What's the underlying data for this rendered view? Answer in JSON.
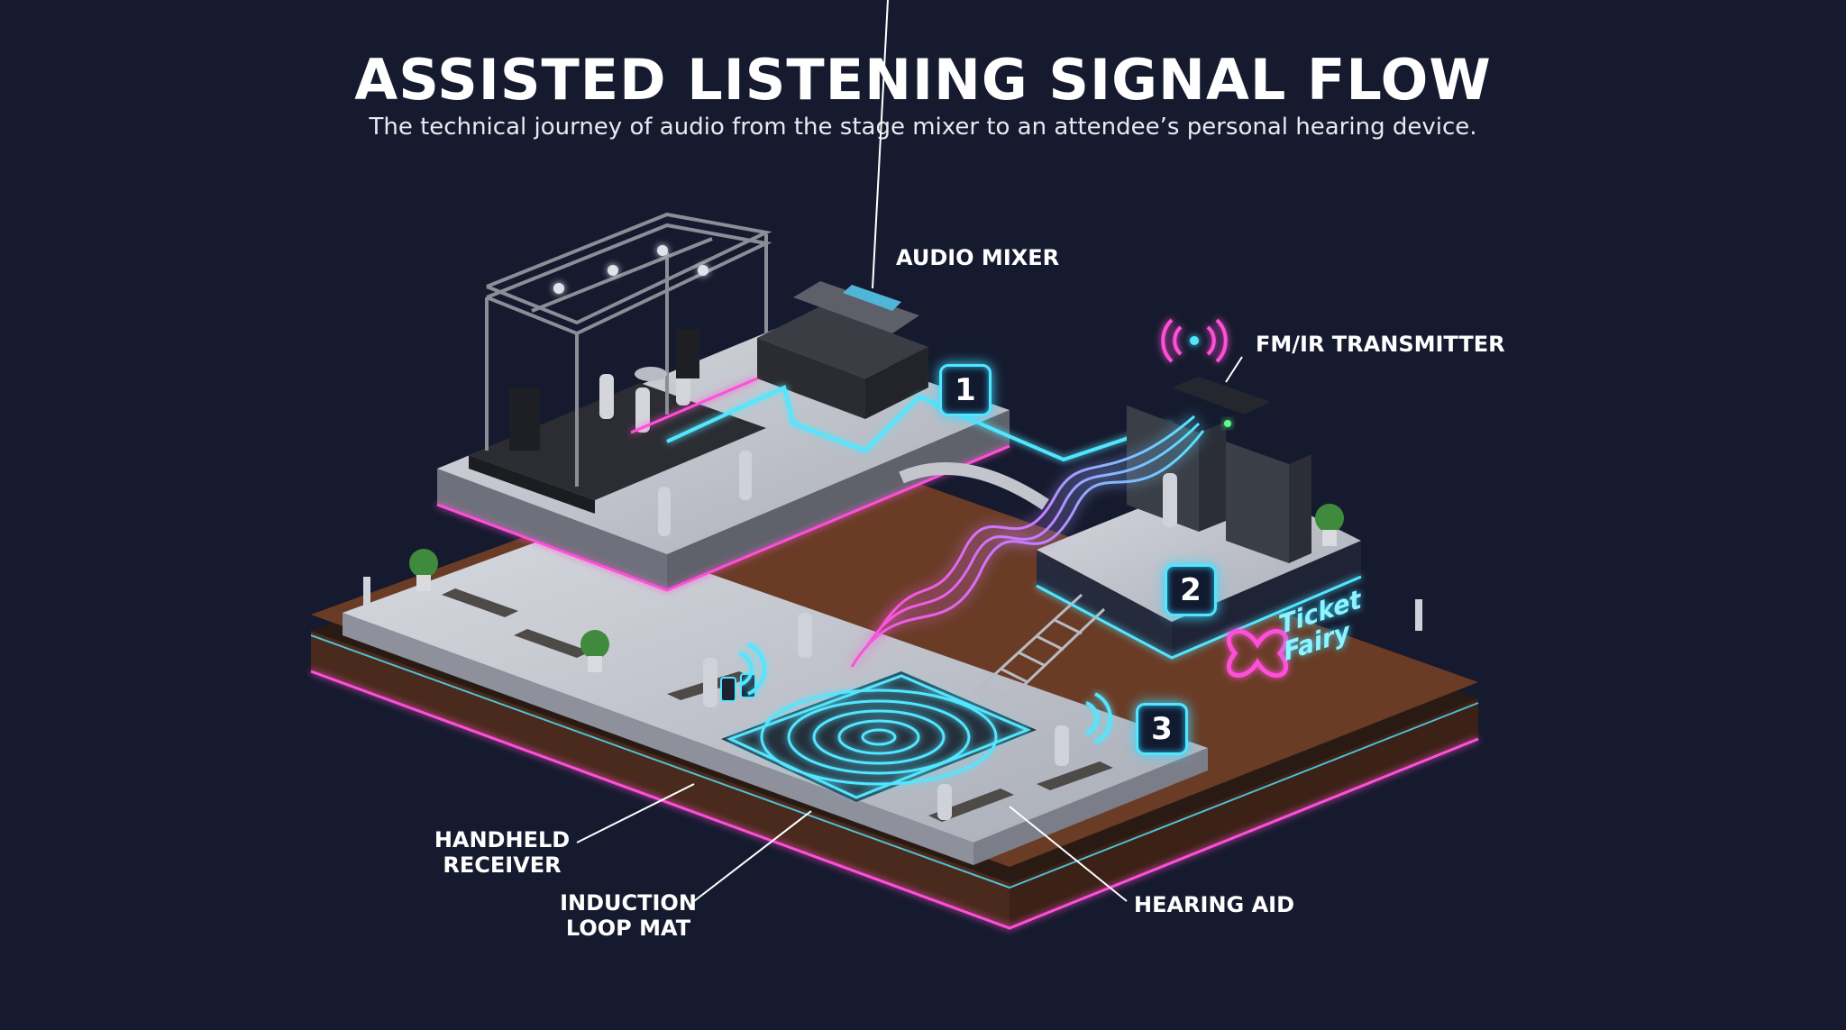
{
  "header": {
    "title": "ASSISTED LISTENING SIGNAL FLOW",
    "subtitle": "The technical journey of audio from the stage mixer to an attendee’s personal hearing device."
  },
  "callouts": {
    "audio_mixer": "AUDIO MIXER",
    "transmitter": "FM/IR TRANSMITTER",
    "handheld_receiver": [
      "HANDHELD",
      "RECEIVER"
    ],
    "induction_loop_mat": [
      "INDUCTION",
      "LOOP MAT"
    ],
    "hearing_aid": "HEARING AID"
  },
  "steps": [
    "1",
    "2",
    "3"
  ],
  "brand": {
    "name": [
      "Ticket",
      "Fairy"
    ]
  },
  "colors": {
    "background": "#161a2e",
    "signal_cyan": "#52e6ff",
    "signal_magenta": "#ff4fd8",
    "platform_gray": "#c9ccd4",
    "wood": "#5a3322"
  }
}
